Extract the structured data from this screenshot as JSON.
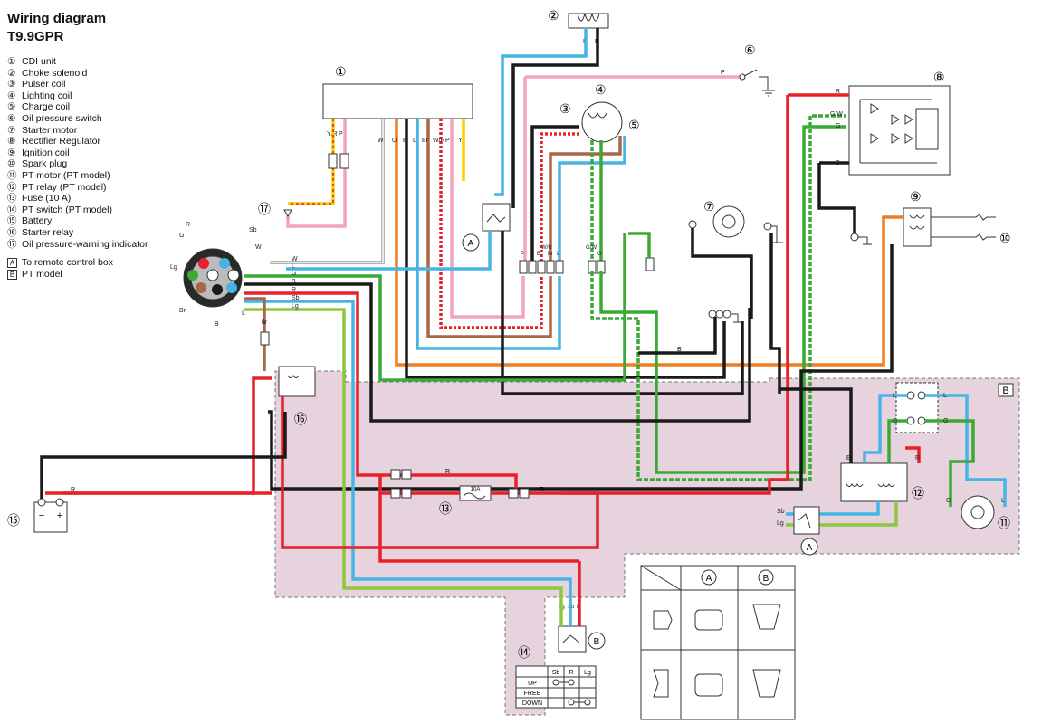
{
  "title": "Wiring diagram",
  "model": "T9.9GPR",
  "legend": [
    {
      "num": "①",
      "label": "CDI unit"
    },
    {
      "num": "②",
      "label": "Choke solenoid"
    },
    {
      "num": "③",
      "label": "Pulser coil"
    },
    {
      "num": "④",
      "label": "Lighting coil"
    },
    {
      "num": "⑤",
      "label": "Charge coil"
    },
    {
      "num": "⑥",
      "label": "Oil pressure switch"
    },
    {
      "num": "⑦",
      "label": "Starter motor"
    },
    {
      "num": "⑧",
      "label": "Rectifier Regulator"
    },
    {
      "num": "⑨",
      "label": "Ignition coil"
    },
    {
      "num": "⑩",
      "label": "Spark plug"
    },
    {
      "num": "⑪",
      "label": "PT motor (PT model)"
    },
    {
      "num": "⑫",
      "label": "PT relay (PT model)"
    },
    {
      "num": "⑬",
      "label": "Fuse (10 A)"
    },
    {
      "num": "⑭",
      "label": "PT switch (PT model)"
    },
    {
      "num": "⑮",
      "label": "Battery"
    },
    {
      "num": "⑯",
      "label": "Starter relay"
    },
    {
      "num": "⑰",
      "label": "Oil pressure-warning indicator"
    }
  ],
  "notes": [
    {
      "box": "A",
      "label": "To remote control box"
    },
    {
      "box": "B",
      "label": "PT model"
    }
  ],
  "callouts": [
    "①",
    "②",
    "③",
    "④",
    "⑤",
    "⑥",
    "⑦",
    "⑧",
    "⑨",
    "⑩",
    "⑪",
    "⑫",
    "⑬",
    "⑭",
    "⑮",
    "⑯",
    "⑰"
  ],
  "wire_codes": {
    "cdi": [
      "W",
      "O",
      "B",
      "L",
      "Br",
      "W/R",
      "P",
      "Y"
    ],
    "cdi_left": [
      "Y/R",
      "P"
    ],
    "plug": [
      "R",
      "Sb",
      "W",
      "G",
      "Lg",
      "Br",
      "B",
      "L"
    ],
    "harness": [
      "W",
      "L",
      "G",
      "B",
      "R",
      "Sb",
      "Lg"
    ],
    "conn_bank": [
      "P",
      "L",
      "B",
      "W/R",
      "Br",
      "L"
    ],
    "conn_green": [
      "G/W",
      "G"
    ],
    "choke": [
      "L",
      "B"
    ],
    "oil": "P",
    "regulator": [
      "R",
      "G/W",
      "G",
      "B"
    ],
    "relay": [
      "L",
      "G",
      "B",
      "L",
      "G",
      "R"
    ],
    "ptm": [
      "G",
      "L"
    ],
    "remote": [
      "Sb",
      "Lg"
    ],
    "switch_wires": [
      "Lg",
      "Sb",
      "R"
    ],
    "fuse": "10A",
    "red": "R",
    "brown": "Br",
    "black": "B",
    "green": "G"
  },
  "switch_table": {
    "headers": [
      "Sb",
      "R",
      "Lg"
    ],
    "rows": [
      "UP",
      "FREE",
      "DOWN"
    ]
  },
  "connector_table": {
    "headers": [
      "A",
      "B"
    ]
  },
  "colors": {
    "red": "#e8202a",
    "black": "#1a1a1a",
    "blue": "#47b4e6",
    "green": "#3aaa35",
    "orange": "#ef7d22",
    "pink": "#f2a3c3",
    "brown": "#a8664a",
    "gray": "#9c9c9c",
    "yellow": "#f2d200",
    "shade": "#e6d3dd"
  }
}
